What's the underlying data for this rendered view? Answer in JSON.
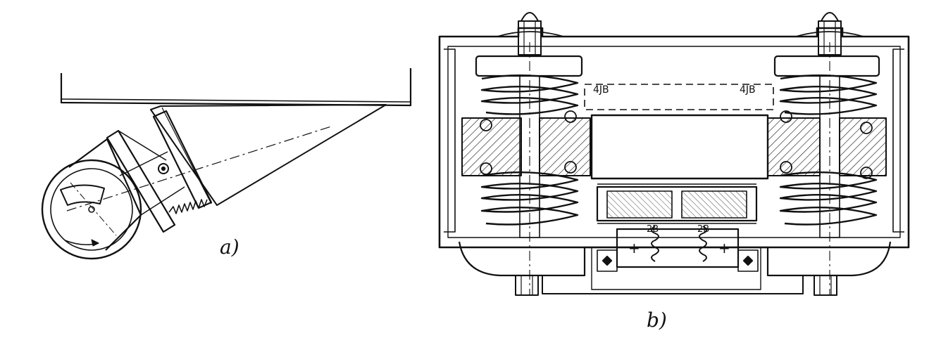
{
  "figure": {
    "panel_a": {
      "caption": "a)"
    },
    "panel_b": {
      "caption": "b)",
      "coil_labels": [
        "+",
        "+"
      ],
      "upper_labels": [
        "4JB",
        "4JB"
      ],
      "lower_labels": [
        "2B",
        "2B"
      ]
    }
  },
  "colors": {
    "ink": "#111111",
    "paper": "#ffffff"
  },
  "icons": [
    "spring-icon",
    "bolt-icon",
    "electromagnet-icon",
    "eccentric-wheel-icon"
  ]
}
